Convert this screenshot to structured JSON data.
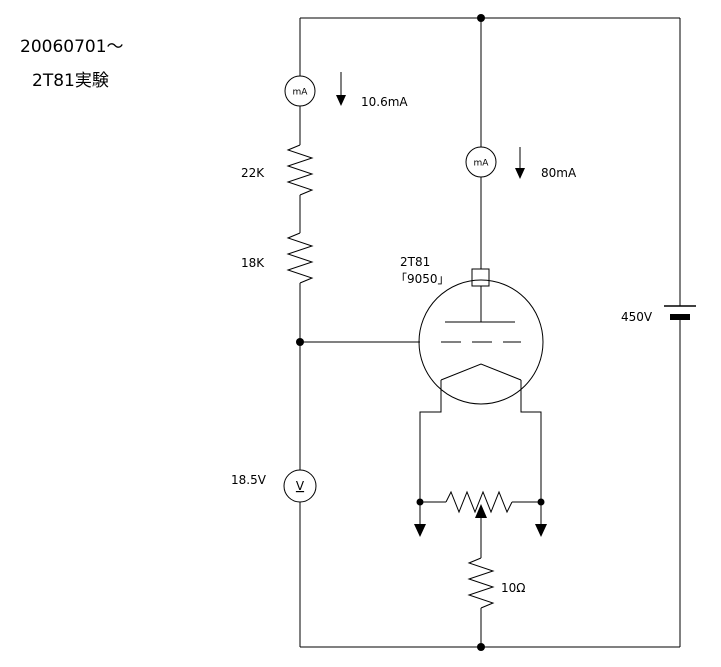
{
  "notes": {
    "date": "20060701～",
    "title": "2T81実験"
  },
  "meters": {
    "plate_ammeter_symbol": "mA",
    "plate_current": "80mA",
    "divider_ammeter_symbol": "mA",
    "divider_current": "10.6mA",
    "voltmeter_symbol": "V",
    "grid_voltage": "18.5V"
  },
  "components": {
    "r1": "22K",
    "r2": "18K",
    "tube_type": "2T81",
    "tube_alt": "「9050」",
    "supply": "450V",
    "cathode_resistor": "10Ω"
  }
}
